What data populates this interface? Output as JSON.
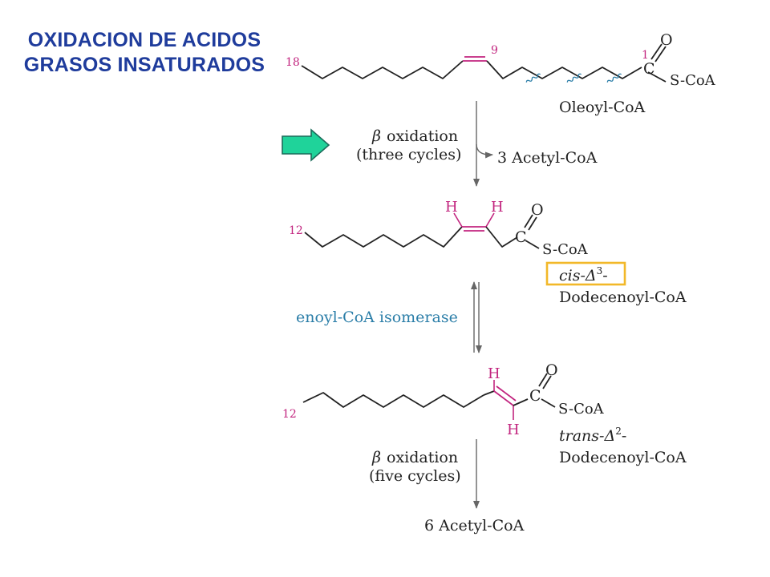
{
  "title": {
    "line1": "OXIDACION DE ACIDOS",
    "line2": "GRASOS INSATURADOS"
  },
  "colors": {
    "title": "#1f3c9c",
    "highlight": "#c2257f",
    "enzyme": "#2b7ea8",
    "bond": "#222222",
    "box": "#f2b829",
    "arrow_fill": "#1fd39a",
    "arrow_stroke": "#1b6b5a"
  },
  "molecule1": {
    "label": "Oleoyl-CoA",
    "carbon_numbers": [
      "18",
      "9",
      "1"
    ],
    "carbonyl_o": "O",
    "carbonyl_c": "C",
    "thioester": "S-CoA"
  },
  "step1": {
    "beta": "β",
    "line1": "oxidation",
    "line2": "(three cycles)",
    "product": "3 Acetyl-CoA"
  },
  "molecule2": {
    "carbon_number": "12",
    "h_left": "H",
    "h_right": "H",
    "carbonyl_o": "O",
    "carbonyl_c": "C",
    "thioester": "S-CoA",
    "name_prefix": "cis-Δ",
    "name_sup": "3",
    "name_dash": "-",
    "name_line2": "Dodecenoyl-CoA"
  },
  "isomerase": {
    "label": "enoyl-CoA isomerase"
  },
  "molecule3": {
    "carbon_number": "12",
    "h_top": "H",
    "h_bottom": "H",
    "carbonyl_o": "O",
    "carbonyl_c": "C",
    "thioester": "S-CoA",
    "name_prefix": "trans-Δ",
    "name_sup": "2",
    "name_dash": "-",
    "name_line2": "Dodecenoyl-CoA"
  },
  "step2": {
    "beta": "β",
    "line1": "oxidation",
    "line2": "(five cycles)",
    "product": "6 Acetyl-CoA"
  }
}
